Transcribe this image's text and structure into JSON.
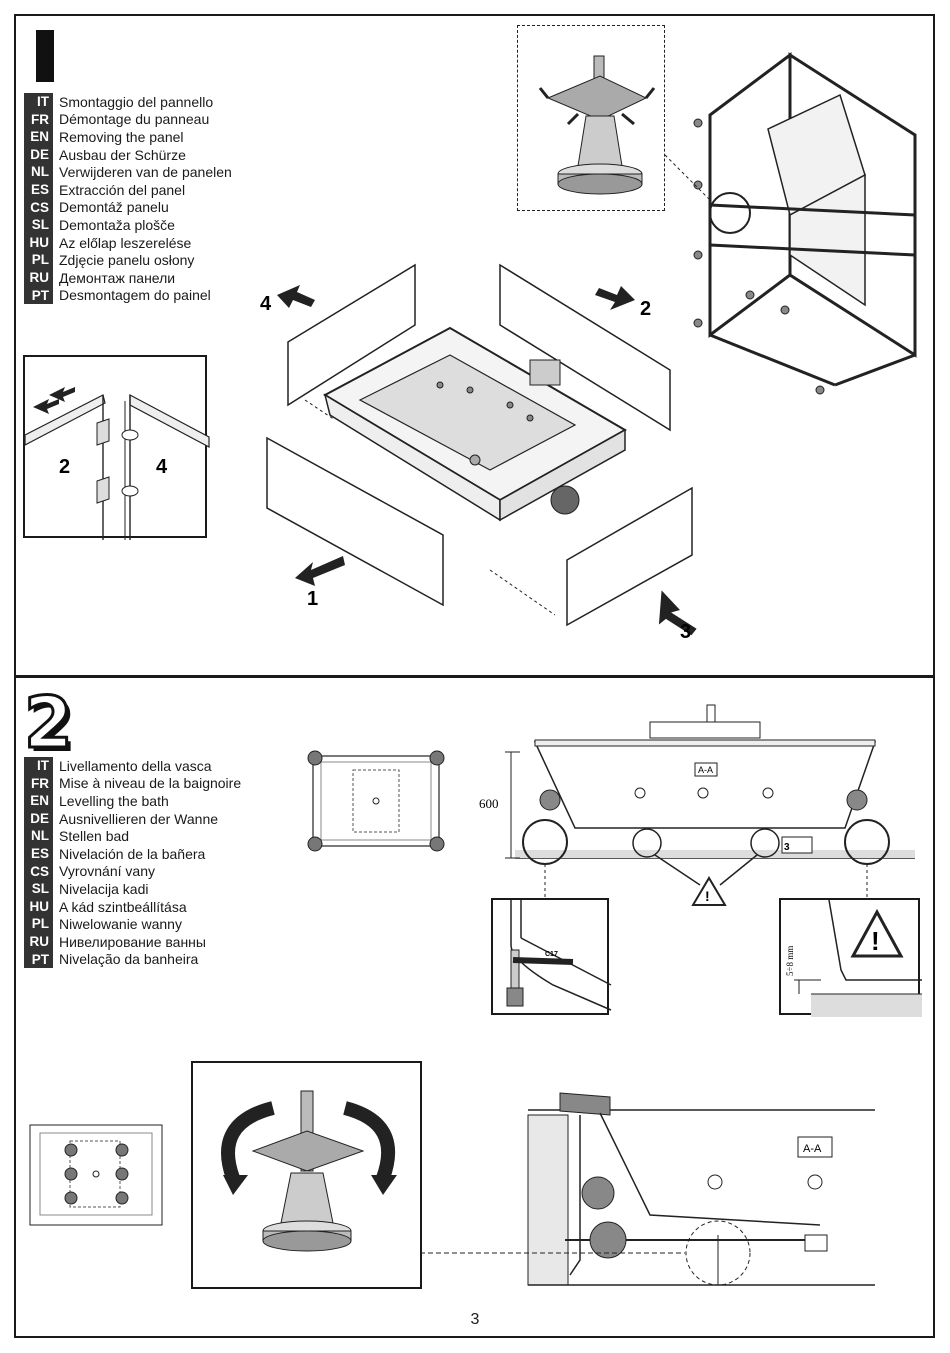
{
  "step1": {
    "number": "1",
    "languages": [
      {
        "code": "IT",
        "text": "Smontaggio del pannello"
      },
      {
        "code": "FR",
        "text": "Démontage du panneau"
      },
      {
        "code": "EN",
        "text": "Removing the panel"
      },
      {
        "code": "DE",
        "text": "Ausbau der Schürze"
      },
      {
        "code": "NL",
        "text": "Verwijderen van de panelen"
      },
      {
        "code": "ES",
        "text": "Extracción del panel"
      },
      {
        "code": "CS",
        "text": "Demontáž panelu"
      },
      {
        "code": "SL",
        "text": "Demontaža plošče"
      },
      {
        "code": "HU",
        "text": "Az előlap leszerelése"
      },
      {
        "code": "PL",
        "text": "Zdjęcie panelu osłony"
      },
      {
        "code": "RU",
        "text": "Демонтаж панели"
      },
      {
        "code": "PT",
        "text": "Desmontagem do painel"
      }
    ],
    "detail_labels": {
      "left": "2",
      "right": "4"
    },
    "panel_labels": {
      "front": "1",
      "right_side": "2",
      "back": "3",
      "left_side": "4"
    }
  },
  "step2": {
    "number": "2",
    "languages": [
      {
        "code": "IT",
        "text": "Livellamento della vasca"
      },
      {
        "code": "FR",
        "text": "Mise à niveau de la baignoire"
      },
      {
        "code": "EN",
        "text": "Levelling the bath"
      },
      {
        "code": "DE",
        "text": "Ausnivellieren der Wanne"
      },
      {
        "code": "NL",
        "text": "Stellen bad"
      },
      {
        "code": "ES",
        "text": "Nivelación de la bañera"
      },
      {
        "code": "CS",
        "text": "Vyrovnání vany"
      },
      {
        "code": "SL",
        "text": "Nivelacija kadi"
      },
      {
        "code": "HU",
        "text": "A kád szintbeállítása"
      },
      {
        "code": "PL",
        "text": "Niwelowanie wanny"
      },
      {
        "code": "RU",
        "text": "Нивелирование ванны"
      },
      {
        "code": "PT",
        "text": "Nivelação da banheira"
      }
    ],
    "height_label": "600",
    "section_label": "A-A",
    "wrench_label": "C17",
    "gap_label": "5÷8 mm",
    "detail_number": "3"
  },
  "page_number": "3"
}
